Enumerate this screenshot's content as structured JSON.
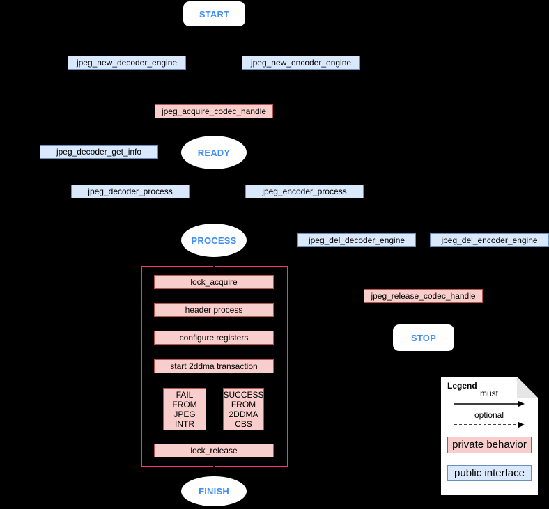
{
  "colors": {
    "background": "#000000",
    "state_text_blue": "#3e8ef7",
    "public_fill": "#dae8fc",
    "public_border": "#6c8ebf",
    "private_fill": "#f8cecc",
    "private_border": "#b85450",
    "container_border": "#ff2f80",
    "note_fill": "#ffffff",
    "note_fold": "#e6e6e6",
    "connector": "#000000"
  },
  "states": {
    "start": "START",
    "ready": "READY",
    "process": "PROCESS",
    "stop": "STOP",
    "finish": "FINISH"
  },
  "public_labels": {
    "new_decoder": "jpeg_new_decoder_engine",
    "new_encoder": "jpeg_new_encoder_engine",
    "decoder_get_info": "jpeg_decoder_get_info",
    "decoder_process": "jpeg_decoder_process",
    "encoder_process": "jpeg_encoder_process",
    "del_decoder": "jpeg_del_decoder_engine",
    "del_encoder": "jpeg_del_encoder_engine"
  },
  "private_labels": {
    "acquire_codec": "jpeg_acquire_codec_handle",
    "release_codec": "jpeg_release_codec_handle"
  },
  "process_steps": {
    "lock_acquire": "lock_acquire",
    "header_process": "header process",
    "configure_registers": "configure registers",
    "start_2ddma": "start 2ddma transaction",
    "fail_branch": "FAIL\nFROM\nJPEG\nINTR",
    "success_branch": "SUCCESS\nFROM\n2DDMA\nCBS",
    "lock_release": "lock_release"
  },
  "legend": {
    "title": "Legend",
    "must_label": "must",
    "optional_label": "optional",
    "private_label": "private behavior",
    "public_label": "public interface"
  }
}
